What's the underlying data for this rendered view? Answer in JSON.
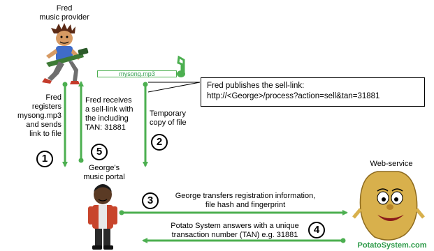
{
  "fred": {
    "title_line1": "Fred",
    "title_line2": "music provider"
  },
  "file_tag": "mysong.mp3",
  "callout": {
    "line1": "Fred publishes the sell-link:",
    "line2": "http://<George>/process?action=sell&tan=31881"
  },
  "step1": {
    "number": "1",
    "lines": [
      "Fred",
      "registers",
      "mysong.mp3",
      "and sends",
      "link to file"
    ]
  },
  "step5": {
    "number": "5",
    "lines": [
      "Fred receives",
      "a sell-link with",
      "the including",
      "TAN: 31881"
    ]
  },
  "step2": {
    "number": "2",
    "lines": [
      "Temporary",
      "copy of file"
    ]
  },
  "george": {
    "line1": "George's",
    "line2": "music portal"
  },
  "webservice": {
    "label": "Web-service",
    "brand": "PotatoSystem.com"
  },
  "step3": {
    "number": "3",
    "line1": "George transfers registration information,",
    "line2": "file hash and fingerprint"
  },
  "step4": {
    "number": "4",
    "line1": "Potato System answers with a unique",
    "line2": "transaction number (TAN) e.g. 31881"
  },
  "colors": {
    "arrow_green": "#4caf50",
    "brand_green": "#2e9b4a"
  }
}
